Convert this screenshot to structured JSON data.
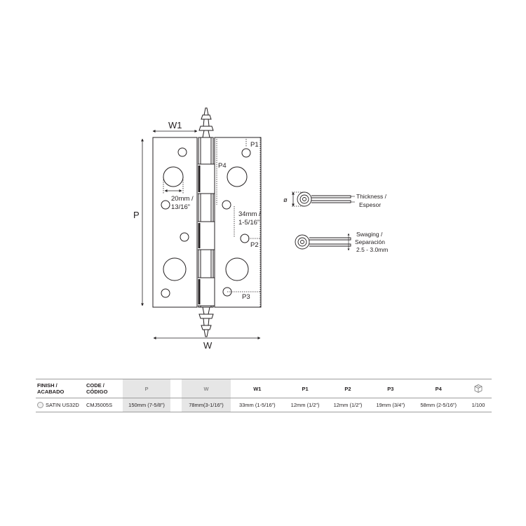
{
  "diagram": {
    "labels": {
      "w1": "W1",
      "p": "P",
      "w": "W",
      "p1": "P1",
      "p2": "P2",
      "p3": "P3",
      "p4": "P4",
      "hole_size_line1": "20mm /",
      "hole_size_line2": "13/16”",
      "hole_spacing_line1": "34mm /",
      "hole_spacing_line2": "1-5/16”",
      "diameter": "ø",
      "thickness_line1": "Thickness /",
      "thickness_line2": "Espesor",
      "swaging_line1": "Swaging /",
      "swaging_line2": "Separación",
      "swaging_line3": "2.5 - 3.0mm"
    }
  },
  "table": {
    "headers": {
      "finish_line1": "FINISH /",
      "finish_line2": "ACABADO",
      "code_line1": "CODE /",
      "code_line2": "CÓDIGO",
      "p": "P",
      "w": "W",
      "w1": "W1",
      "p1": "P1",
      "p2": "P2",
      "p3": "P3",
      "p4": "P4",
      "box_icon": "box-icon"
    },
    "row": {
      "finish": "SATIN US32D",
      "code": "CMJ5005S",
      "p": "150mm (7-5/8”)",
      "w": "78mm(3-1/16”)",
      "w1": "33mm (1-5/16”)",
      "p1": "12mm (1/2”)",
      "p2": "12mm (1/2”)",
      "p3": "19mm (3/4”)",
      "p4": "58mm (2-5/16”)",
      "qty": "1/100"
    }
  }
}
